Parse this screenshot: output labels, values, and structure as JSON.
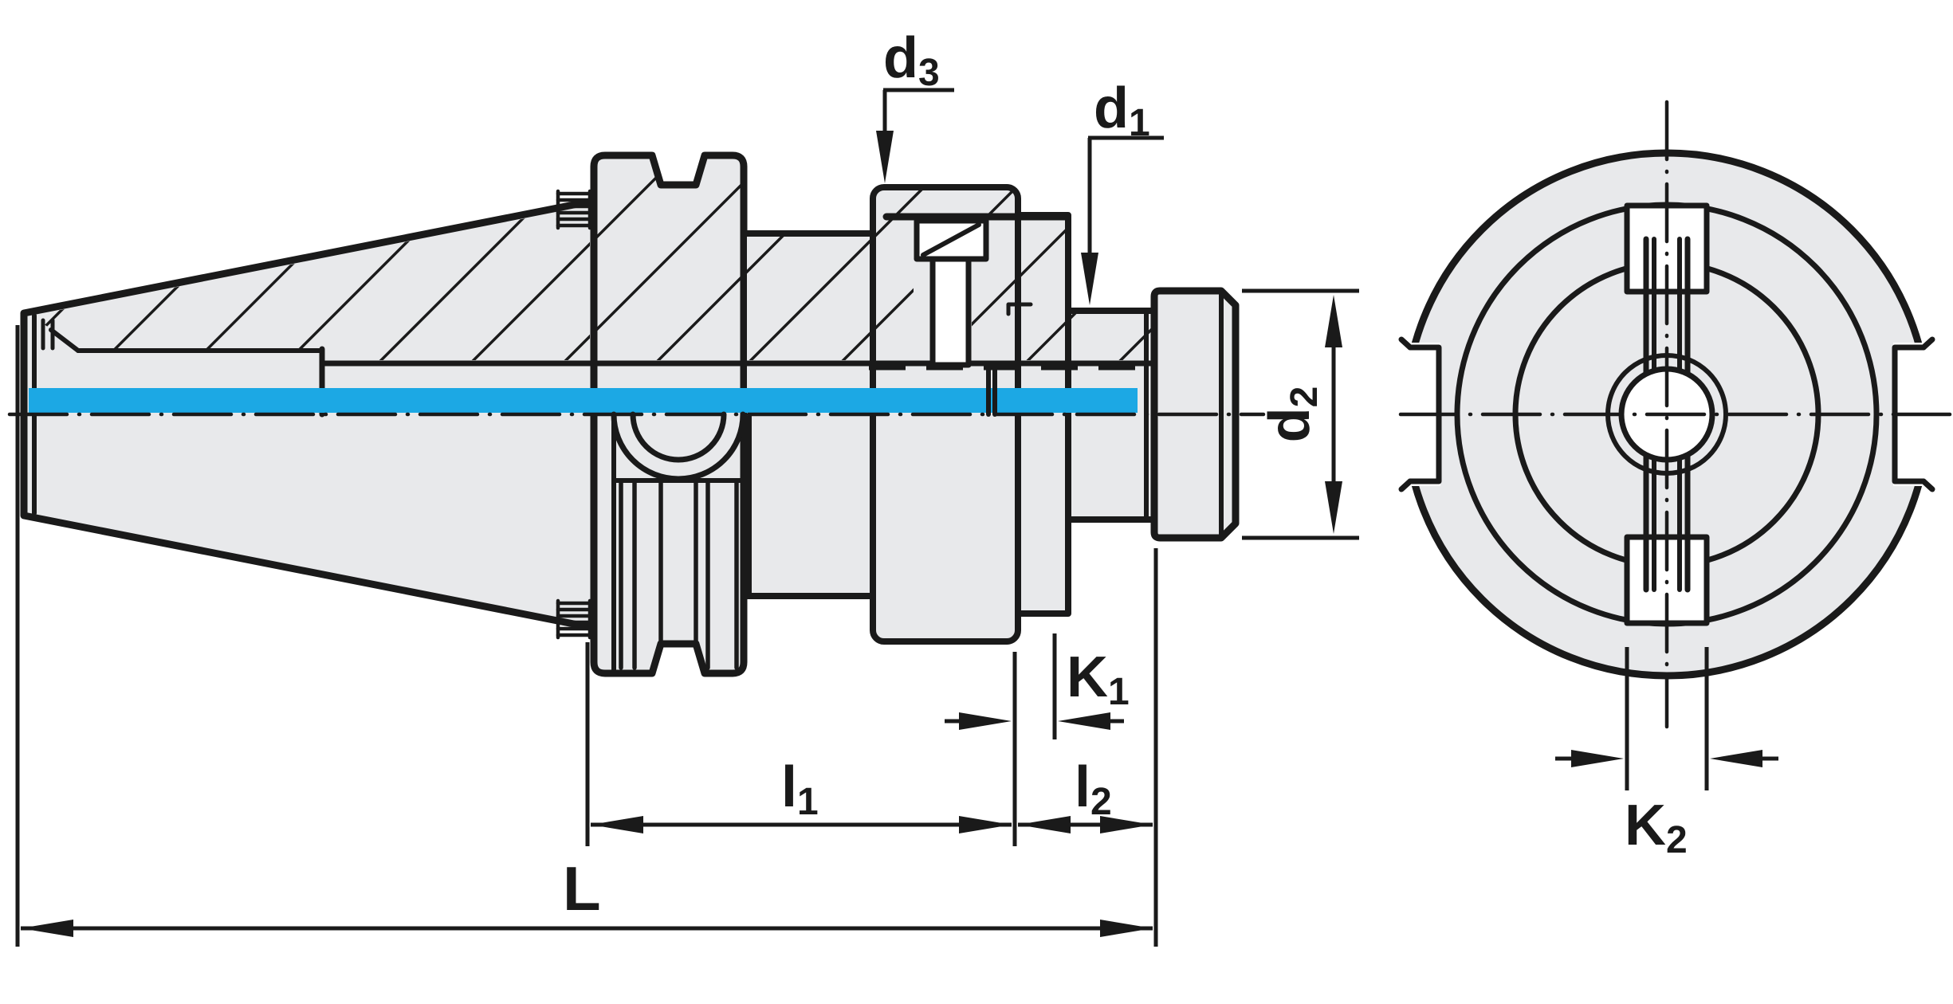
{
  "drawing": {
    "kind": "technical-dimension-drawing",
    "labels": {
      "d3": {
        "main": "d",
        "sub": "3"
      },
      "d1": {
        "main": "d",
        "sub": "1"
      },
      "d2": {
        "main": "d",
        "sub": "2"
      },
      "k1": {
        "main": "K",
        "sub": "1"
      },
      "l1": {
        "main": "l",
        "sub": "1"
      },
      "l2": {
        "main": "l",
        "sub": "2"
      },
      "L": {
        "main": "L",
        "sub": ""
      },
      "k2": {
        "main": "K",
        "sub": "2"
      }
    },
    "colors": {
      "line": "#1a1a1a",
      "body_fill": "#e8e9eb",
      "coolant_highlight": "#1ca8e4",
      "background": "#ffffff"
    }
  }
}
